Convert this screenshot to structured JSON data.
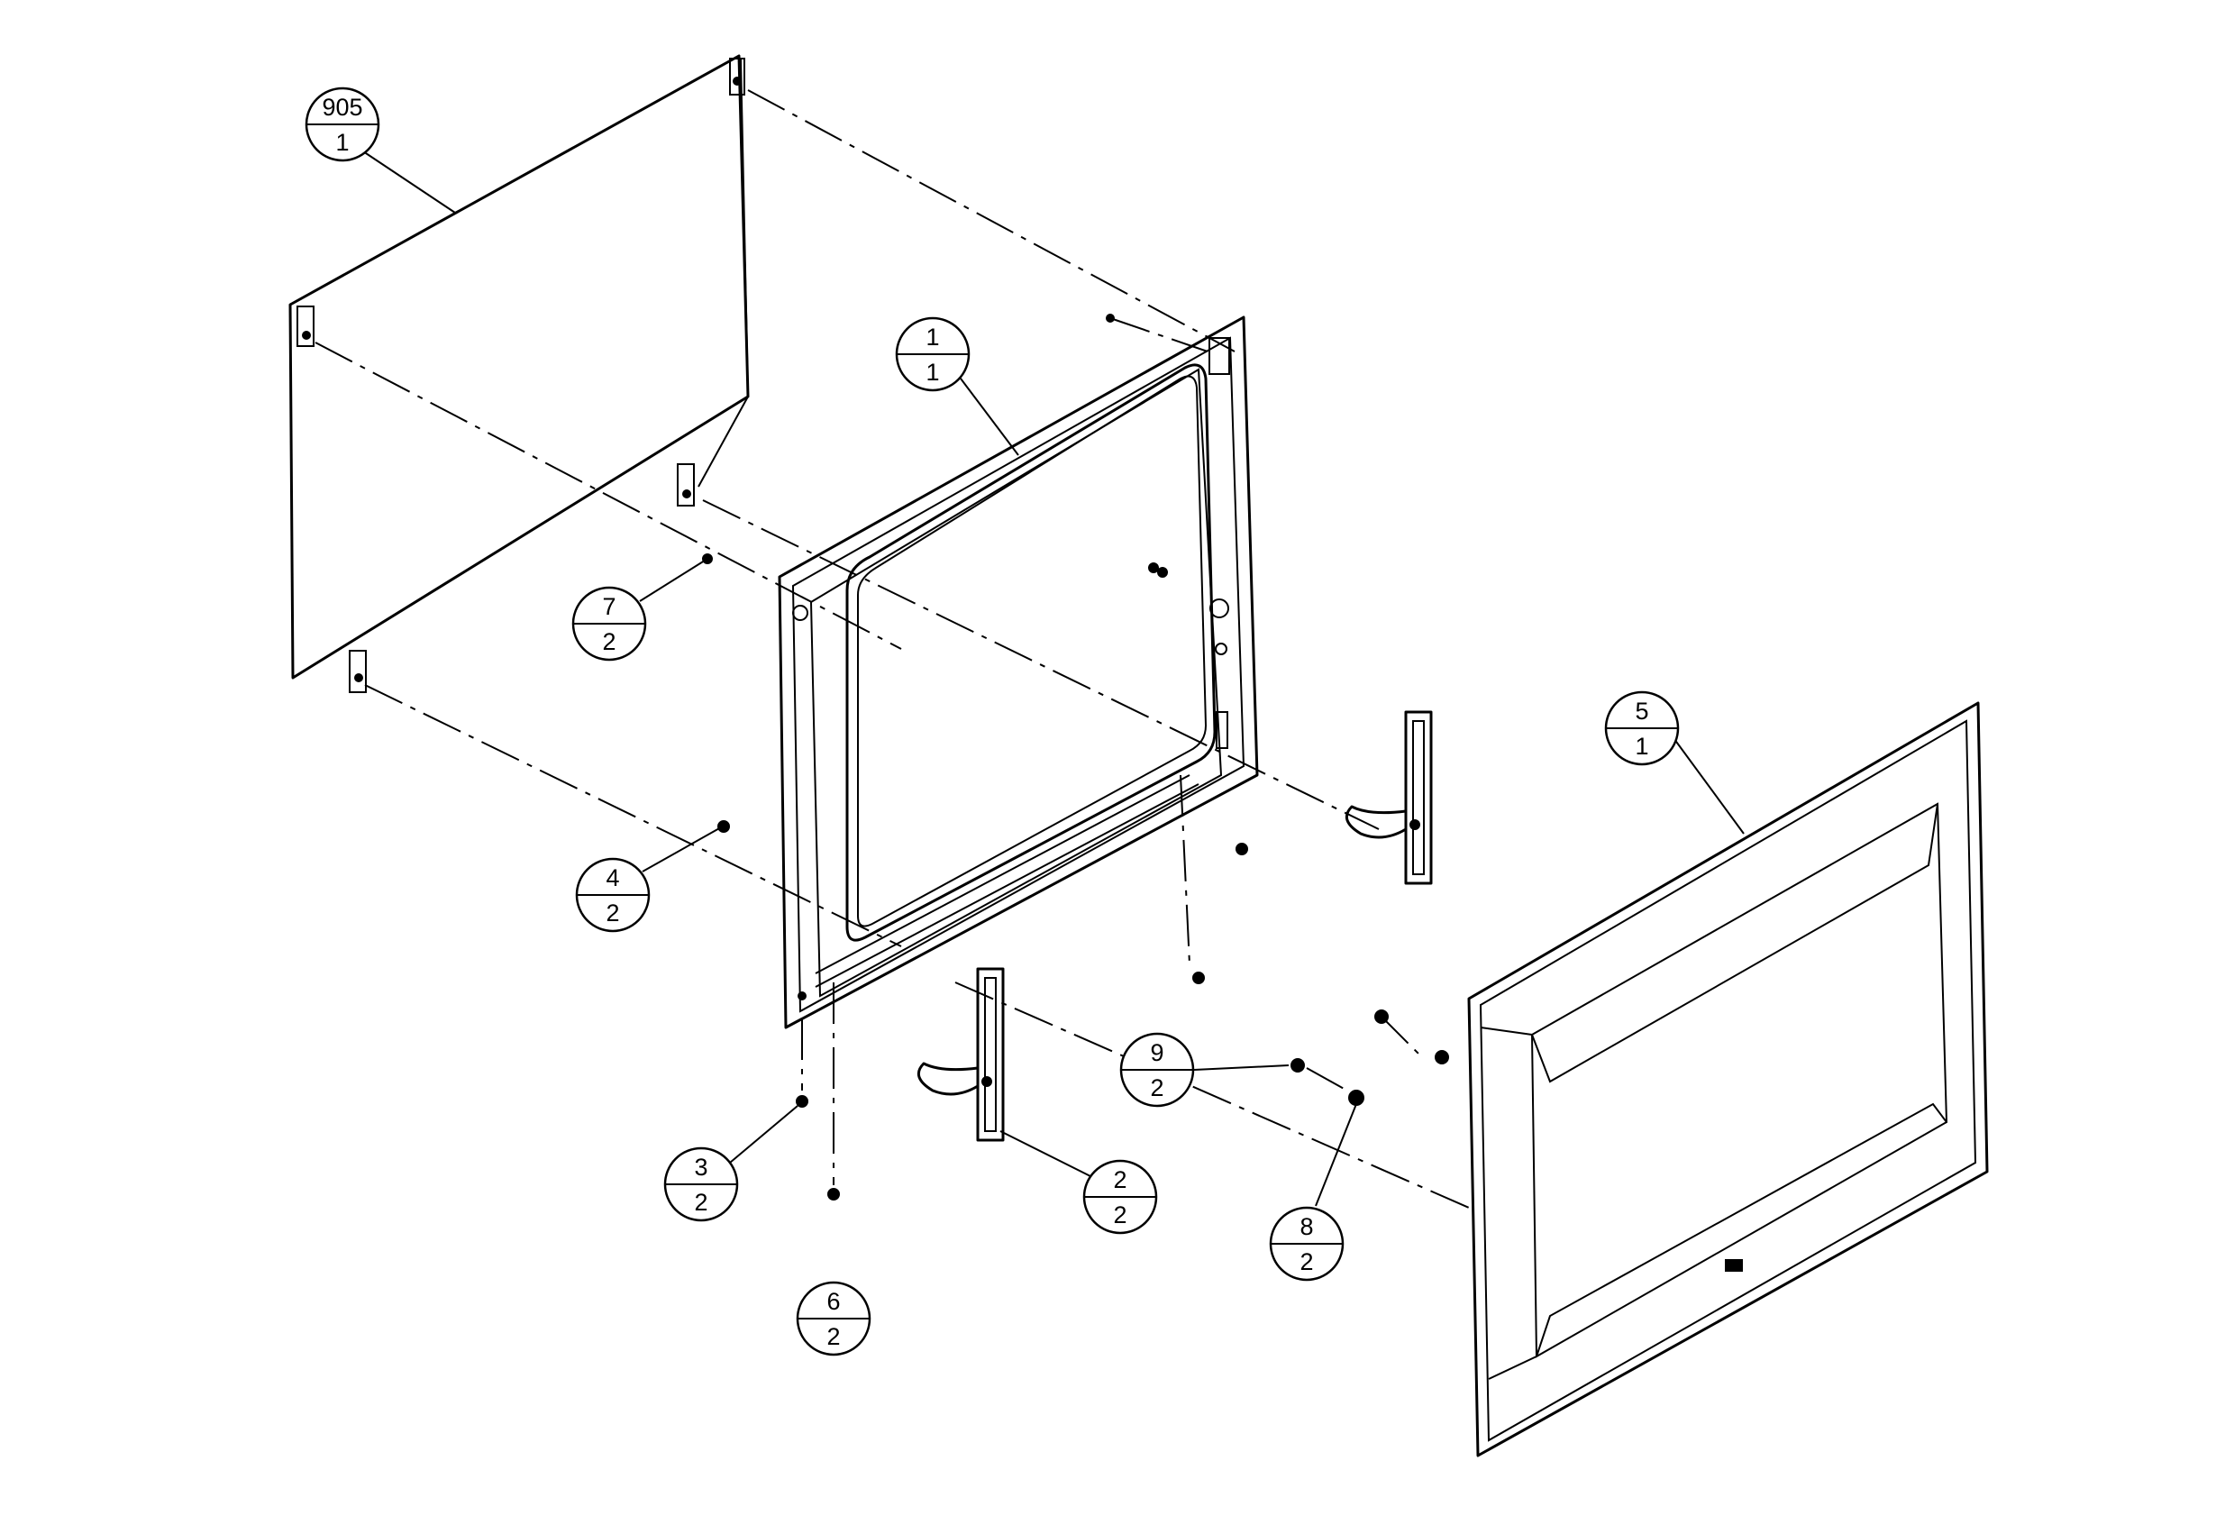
{
  "balloons": [
    {
      "id": "905",
      "top": "905",
      "bottom": "1"
    },
    {
      "id": "1",
      "top": "1",
      "bottom": "1"
    },
    {
      "id": "7",
      "top": "7",
      "bottom": "2"
    },
    {
      "id": "4",
      "top": "4",
      "bottom": "2"
    },
    {
      "id": "5",
      "top": "5",
      "bottom": "1"
    },
    {
      "id": "9",
      "top": "9",
      "bottom": "2"
    },
    {
      "id": "3",
      "top": "3",
      "bottom": "2"
    },
    {
      "id": "2",
      "top": "2",
      "bottom": "2"
    },
    {
      "id": "8",
      "top": "8",
      "bottom": "2"
    },
    {
      "id": "6",
      "top": "6",
      "bottom": "2"
    }
  ]
}
